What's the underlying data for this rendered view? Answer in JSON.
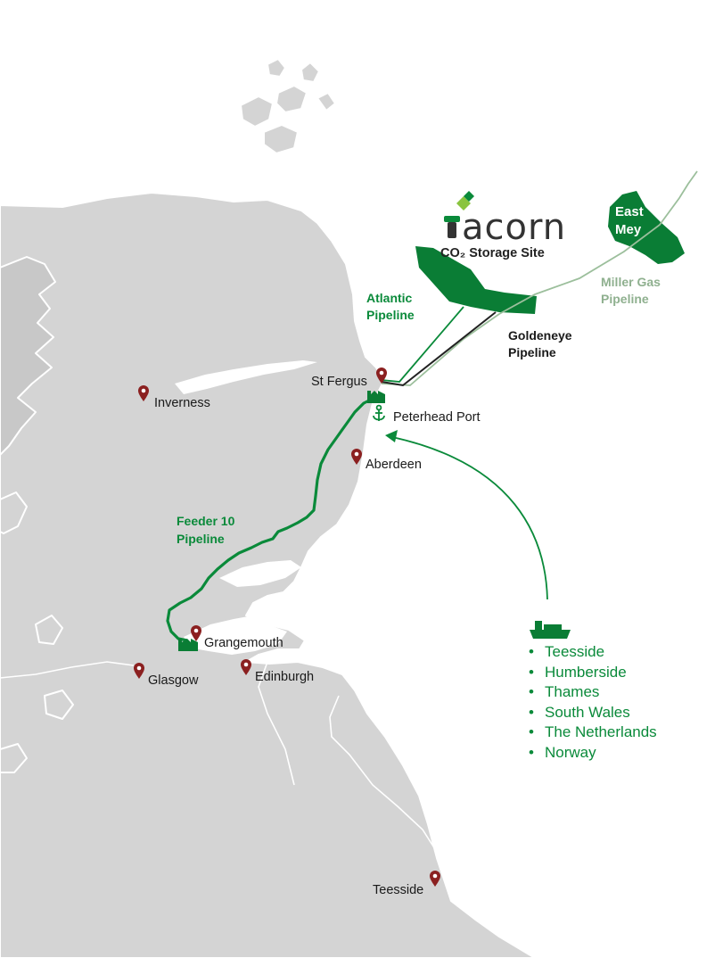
{
  "map": {
    "logo": {
      "wordmark": "acorn",
      "subtitle": "CO₂ Storage Site"
    },
    "fields": {
      "east_mey": [
        "East",
        "Mey"
      ]
    },
    "pipelines": {
      "atlantic": [
        "Atlantic",
        "Pipeline"
      ],
      "goldeneye": [
        "Goldeneye",
        "Pipeline"
      ],
      "miller_gas": [
        "Miller Gas",
        "Pipeline"
      ],
      "feeder_10": [
        "Feeder 10",
        "Pipeline"
      ]
    },
    "places": {
      "st_fergus": "St Fergus",
      "peterhead_port": "Peterhead Port",
      "inverness": "Inverness",
      "aberdeen": "Aberdeen",
      "grangemouth": "Grangemouth",
      "glasgow": "Glasgow",
      "edinburgh": "Edinburgh",
      "teesside": "Teesside"
    },
    "shipping_sources": [
      "Teesside",
      "Humberside",
      "Thames",
      "South Wales",
      "The Netherlands",
      "Norway"
    ],
    "colors": {
      "land": "#d4d4d4",
      "coast_line": "#ffffff",
      "acorn_green": "#0a8a3a",
      "miller_line": "#9cbf9c",
      "goldeneye_line": "#222222",
      "marker": "#8b2020",
      "text": "#1a1a1a"
    },
    "icons": [
      "location-pin-icon",
      "anchor-icon",
      "ship-icon",
      "factory-icon",
      "acorn-logo-icon"
    ]
  }
}
